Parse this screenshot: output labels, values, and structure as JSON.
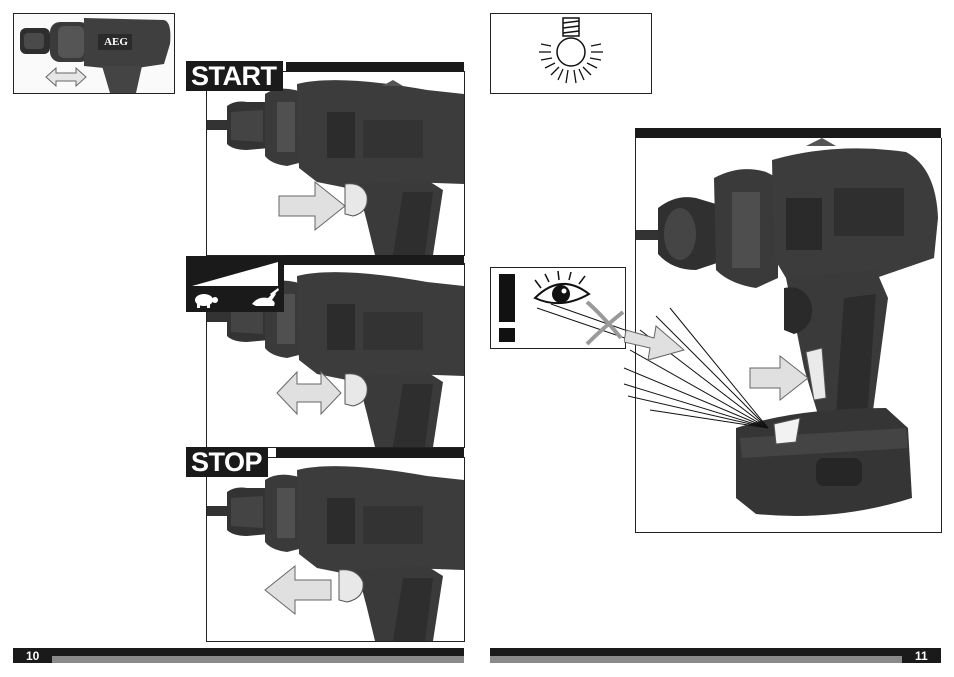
{
  "pages": {
    "left": {
      "number": "10",
      "thumb": {
        "brand": "AEG"
      },
      "panels": [
        {
          "label": "START",
          "arrow": "push"
        },
        {
          "arrow": "both"
        },
        {
          "label": "STOP",
          "arrow": "release"
        }
      ]
    },
    "right": {
      "number": "11"
    }
  },
  "colors": {
    "tool_body": "#3b3b3b",
    "tool_dark": "#242424",
    "tool_light": "#5a5a5a",
    "arrow_fill": "#e0e0e0",
    "label_bg": "#1a1a1a",
    "footer_grey": "#8a8a8a"
  },
  "icons": [
    "bidirectional-arrow-icon",
    "tortoise-icon",
    "hare-icon",
    "light-bulb-icon",
    "warning-exclamation-icon",
    "eye-icon"
  ]
}
